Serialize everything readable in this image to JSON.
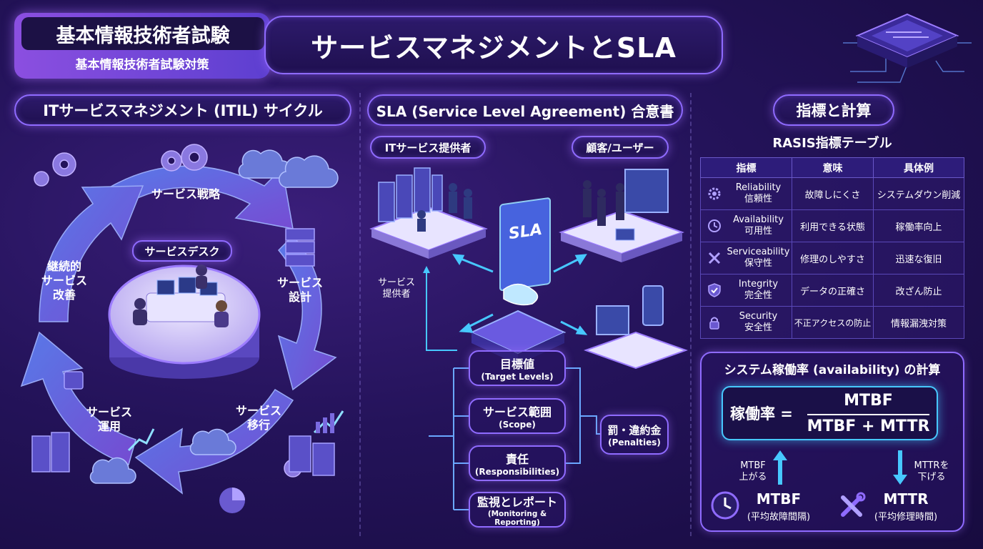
{
  "header": {
    "brand_title": "基本情報技術者試験",
    "brand_subtitle": "基本情報技術者試験対策",
    "main_title": "サービスマネジメントとSLA"
  },
  "itil": {
    "title": "ITサービスマネジメント (ITIL) サイクル",
    "strategy": "サービス戦略",
    "design_l1": "サービス",
    "design_l2": "設計",
    "transition_l1": "サービス",
    "transition_l2": "移行",
    "operation_l1": "サービス",
    "operation_l2": "運用",
    "improvement_l1": "継続的",
    "improvement_l2": "サービス",
    "improvement_l3": "改善",
    "desk": "サービスデスク"
  },
  "sla": {
    "title": "SLA (Service Level Agreement) 合意書",
    "provider": "ITサービス提供者",
    "customer": "顧客/ユーザー",
    "provider_small_l1": "サービス",
    "provider_small_l2": "提供者",
    "doc_label": "SLA",
    "items": [
      {
        "jp": "目標値",
        "en": "(Target Levels)"
      },
      {
        "jp": "サービス範囲",
        "en": "(Scope)"
      },
      {
        "jp": "責任",
        "en": "(Responsibilities)"
      },
      {
        "jp": "監視とレポート",
        "en": "(Monitoring & Reporting)"
      }
    ],
    "penalty_jp": "罰・違約金",
    "penalty_en": "(Penalties)"
  },
  "metrics": {
    "title": "指標と計算",
    "table_title": "RASIS指標テーブル",
    "columns": [
      "指標",
      "意味",
      "具体例"
    ],
    "rows": [
      {
        "en": "Reliability",
        "jp": "信頼性",
        "meaning": "故障しにくさ",
        "example": "システムダウン削減",
        "icon": "gears-icon"
      },
      {
        "en": "Availability",
        "jp": "可用性",
        "meaning": "利用できる状態",
        "example": "稼働率向上",
        "icon": "clock-icon"
      },
      {
        "en": "Serviceability",
        "jp": "保守性",
        "meaning": "修理のしやすさ",
        "example": "迅速な復旧",
        "icon": "tools-icon"
      },
      {
        "en": "Integrity",
        "jp": "完全性",
        "meaning": "データの正確さ",
        "example": "改ざん防止",
        "icon": "shield-icon"
      },
      {
        "en": "Security",
        "jp": "安全性",
        "meaning": "不正アクセスの防止",
        "example": "情報漏洩対策",
        "icon": "lock-icon"
      }
    ],
    "calc_title": "システム稼働率 (availability) の計算",
    "formula_lhs": "稼働率 =",
    "formula_num": "MTBF",
    "formula_den": "MTBF + MTTR",
    "mtbf_up_l1": "MTBF",
    "mtbf_up_l2": "上がる",
    "mttr_down_l1": "MTTRを",
    "mttr_down_l2": "下げる",
    "mtbf_label": "MTBF",
    "mtbf_desc": "(平均故障間隔)",
    "mttr_label": "MTTR",
    "mttr_desc": "(平均修理時間)",
    "colors": {
      "accent": "#8f6bff",
      "cyan": "#47c8ff",
      "panel": "#2d1a6b"
    }
  }
}
